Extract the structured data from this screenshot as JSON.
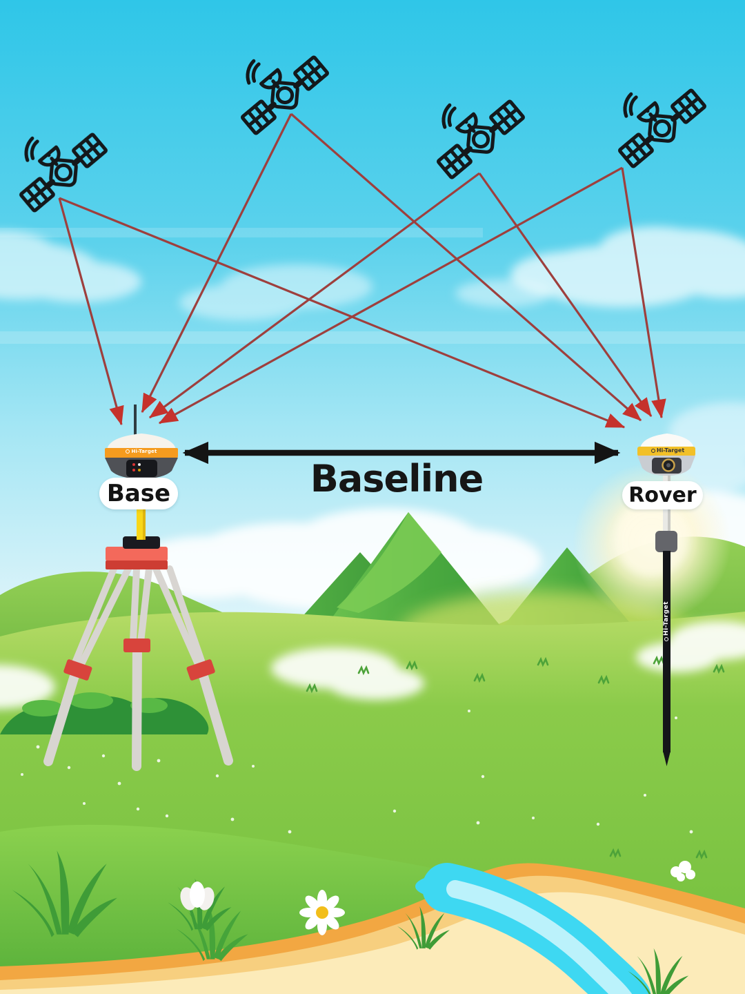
{
  "diagram": {
    "baseline_label": "Baseline",
    "base": {
      "label": "Base",
      "brand": "Hi-Target"
    },
    "rover": {
      "label": "Rover",
      "brand": "Hi-Target",
      "pole_brand": "Hi-Target"
    },
    "satellites": {
      "count": 4,
      "icon": "satellite-icon"
    },
    "signals": {
      "count": 8,
      "line_color": "#9e3f3d",
      "arrowhead_color": "#c5322c"
    },
    "colors": {
      "sky_top": "#2fc6e8",
      "sky_horizon": "#e6f7fb",
      "field_green": "#7cc343",
      "mountain_green": "#4aa93f",
      "bush_green": "#2e9137",
      "river_cyan": "#3ed8f2",
      "sand_orange": "#f2a742",
      "sand_cream": "#fcebb9",
      "baseline_arrow": "#141414",
      "tripod_red": "#e8594b",
      "pole_yellow": "#f8d71a",
      "receiver_band_orange": "#f59b1e",
      "receiver_band_yellow": "#f2c028"
    }
  }
}
